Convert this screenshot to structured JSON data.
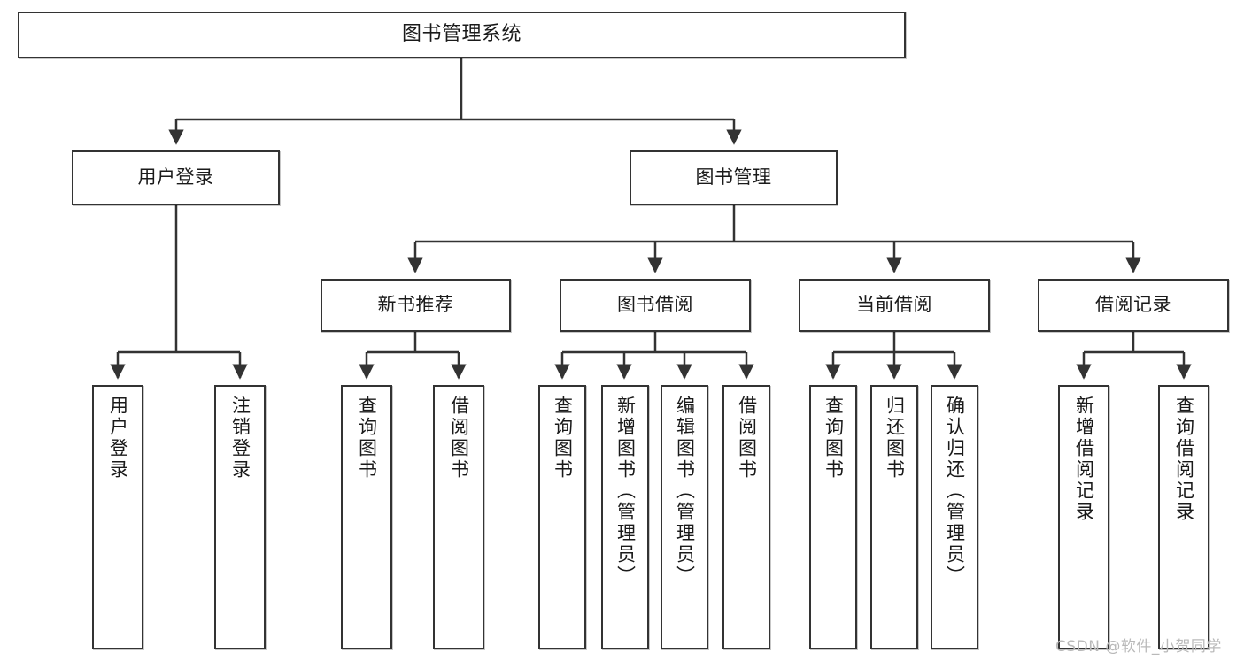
{
  "diagram": {
    "title": "图书管理系统",
    "type": "tree-hierarchy-diagram",
    "watermark": "CSDN @软件_小贺同学",
    "colors": {
      "box_border": "#333333",
      "box_fill": "#ffffff",
      "connector": "#333333",
      "text": "#1a1a1a",
      "watermark": "#b9b9b9"
    },
    "nodes": {
      "root": {
        "label": "图书管理系统"
      },
      "level2": [
        {
          "label": "用户登录"
        },
        {
          "label": "图书管理"
        }
      ],
      "level3": [
        {
          "label": "新书推荐"
        },
        {
          "label": "图书借阅"
        },
        {
          "label": "当前借阅"
        },
        {
          "label": "借阅记录"
        }
      ],
      "leaves": [
        {
          "label": "用户登录",
          "parent": "用户登录"
        },
        {
          "label": "注销登录",
          "parent": "用户登录"
        },
        {
          "label": "查询图书",
          "parent": "新书推荐"
        },
        {
          "label": "借阅图书",
          "parent": "新书推荐"
        },
        {
          "label": "查询图书",
          "parent": "图书借阅"
        },
        {
          "label": "新增图书（管理员）",
          "parent": "图书借阅"
        },
        {
          "label": "编辑图书（管理员）",
          "parent": "图书借阅"
        },
        {
          "label": "借阅图书",
          "parent": "图书借阅"
        },
        {
          "label": "查询图书",
          "parent": "当前借阅"
        },
        {
          "label": "归还图书",
          "parent": "当前借阅"
        },
        {
          "label": "确认归还（管理员）",
          "parent": "当前借阅"
        },
        {
          "label": "新增借阅记录",
          "parent": "借阅记录"
        },
        {
          "label": "查询借阅记录",
          "parent": "借阅记录"
        }
      ]
    }
  }
}
